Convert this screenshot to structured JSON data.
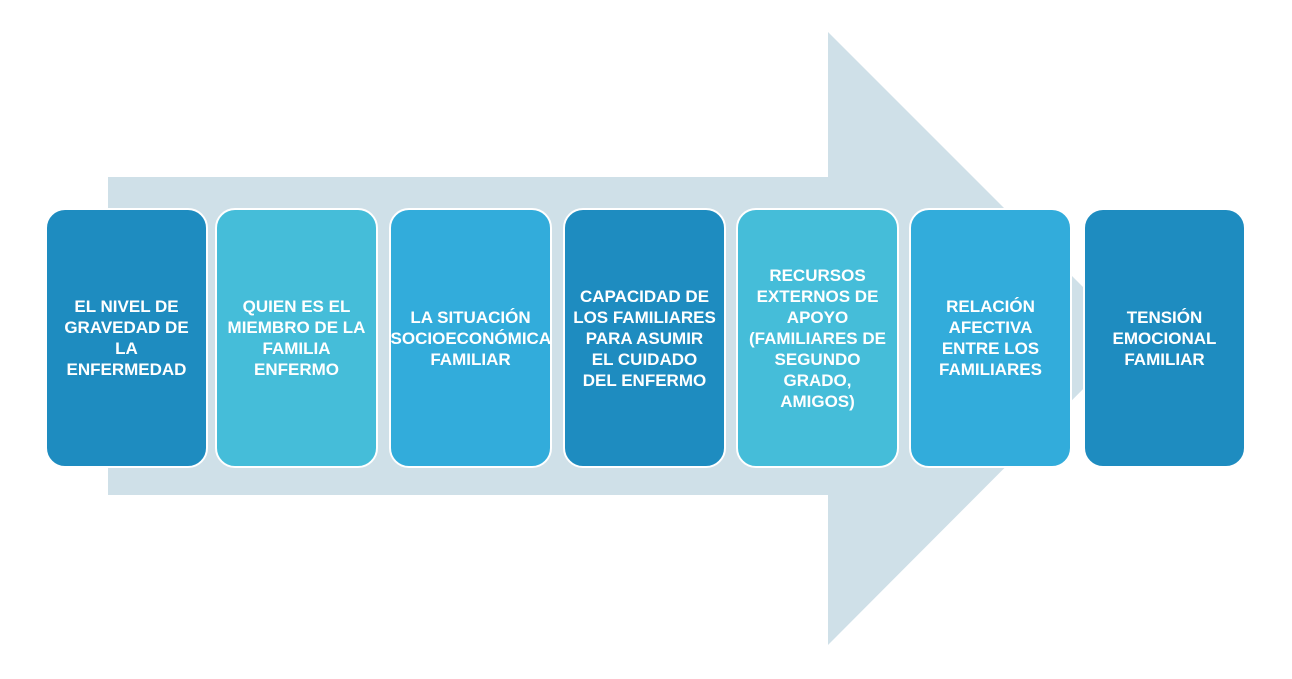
{
  "colors": {
    "arrow": "#cfe0e8",
    "dark_blue": "#1e8cc0",
    "light_blue": "#45bdd9",
    "mid_blue": "#32acdb"
  },
  "steps": [
    {
      "label": "EL NIVEL DE GRAVEDAD DE LA ENFERMEDAD",
      "color": "#1e8cc0"
    },
    {
      "label": "QUIEN ES EL MIEMBRO DE LA FAMILIA ENFERMO",
      "color": "#45bdd9"
    },
    {
      "label": "LA SITUACIÓN SOCIOECONÓMICA FAMILIAR",
      "color": "#32acdb"
    },
    {
      "label": "CAPACIDAD DE LOS FAMILIARES PARA ASUMIR EL CUIDADO DEL ENFERMO",
      "color": "#1e8cc0"
    },
    {
      "label": "RECURSOS EXTERNOS DE APOYO (FAMILIARES DE SEGUNDO GRADO, AMIGOS)",
      "color": "#45bdd9"
    },
    {
      "label": "RELACIÓN AFECTIVA ENTRE LOS FAMILIARES",
      "color": "#32acdb"
    },
    {
      "label": "TENSIÓN EMOCIONAL FAMILIAR",
      "color": "#1e8cc0"
    }
  ]
}
